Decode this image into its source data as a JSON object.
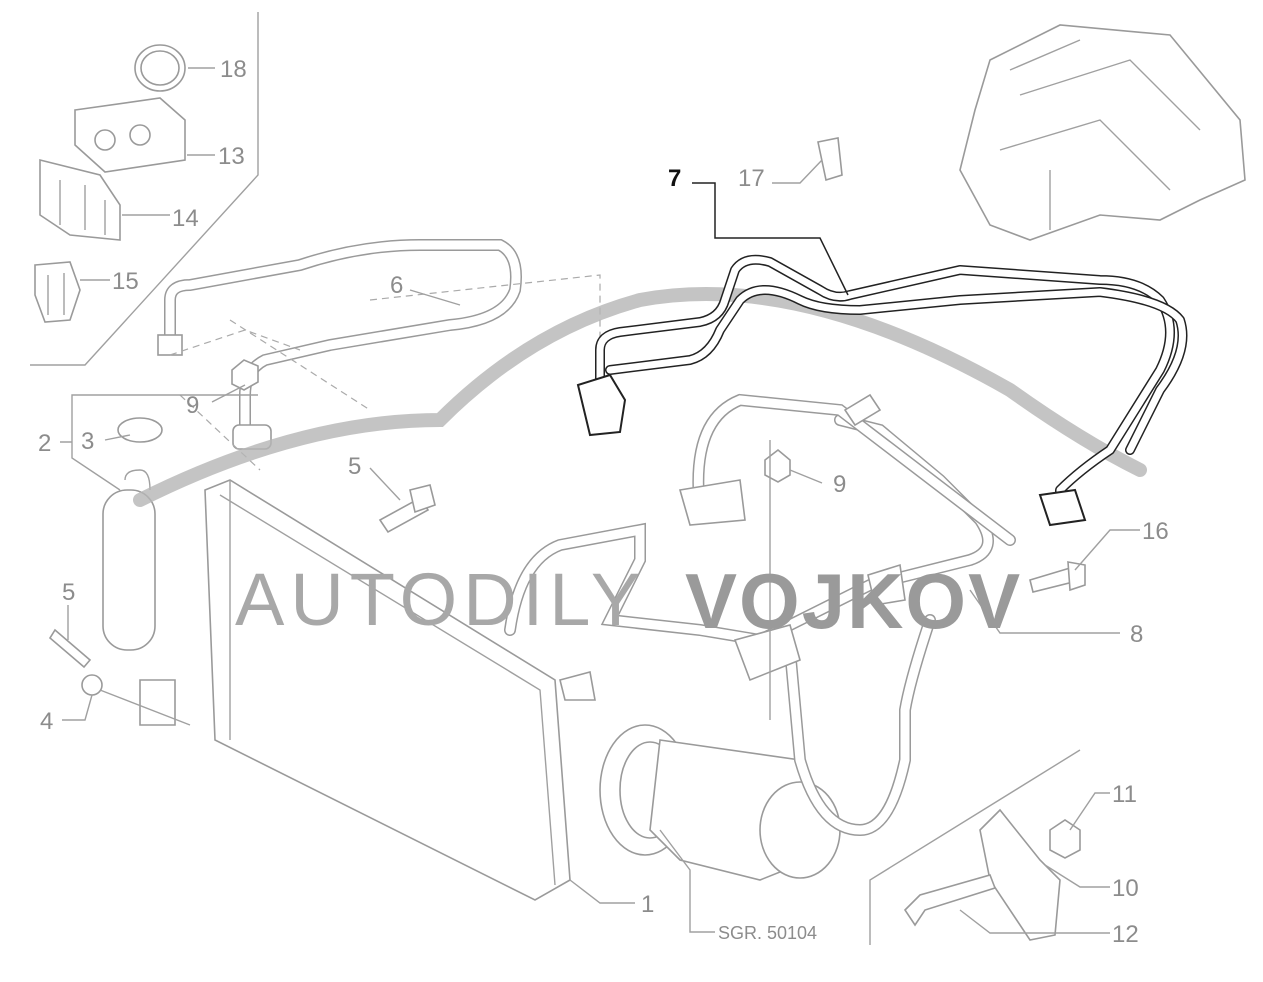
{
  "diagram": {
    "highlighted_part": "7",
    "callouts": {
      "p18": "18",
      "p13": "13",
      "p14": "14",
      "p15": "15",
      "p6": "6",
      "p9a": "9",
      "p3": "3",
      "p2": "2",
      "p5a": "5",
      "p5b": "5",
      "p4": "4",
      "p1": "1",
      "p9b": "9",
      "p16": "16",
      "p8": "8",
      "p11": "11",
      "p10": "10",
      "p12": "12",
      "p17": "17",
      "p7": "7"
    },
    "reference": "SGR. 50104",
    "watermark": {
      "light": "AUTODILY",
      "bold": "VOJKOV"
    },
    "colors": {
      "line": "#9a9a9a",
      "highlight": "#111111"
    }
  }
}
